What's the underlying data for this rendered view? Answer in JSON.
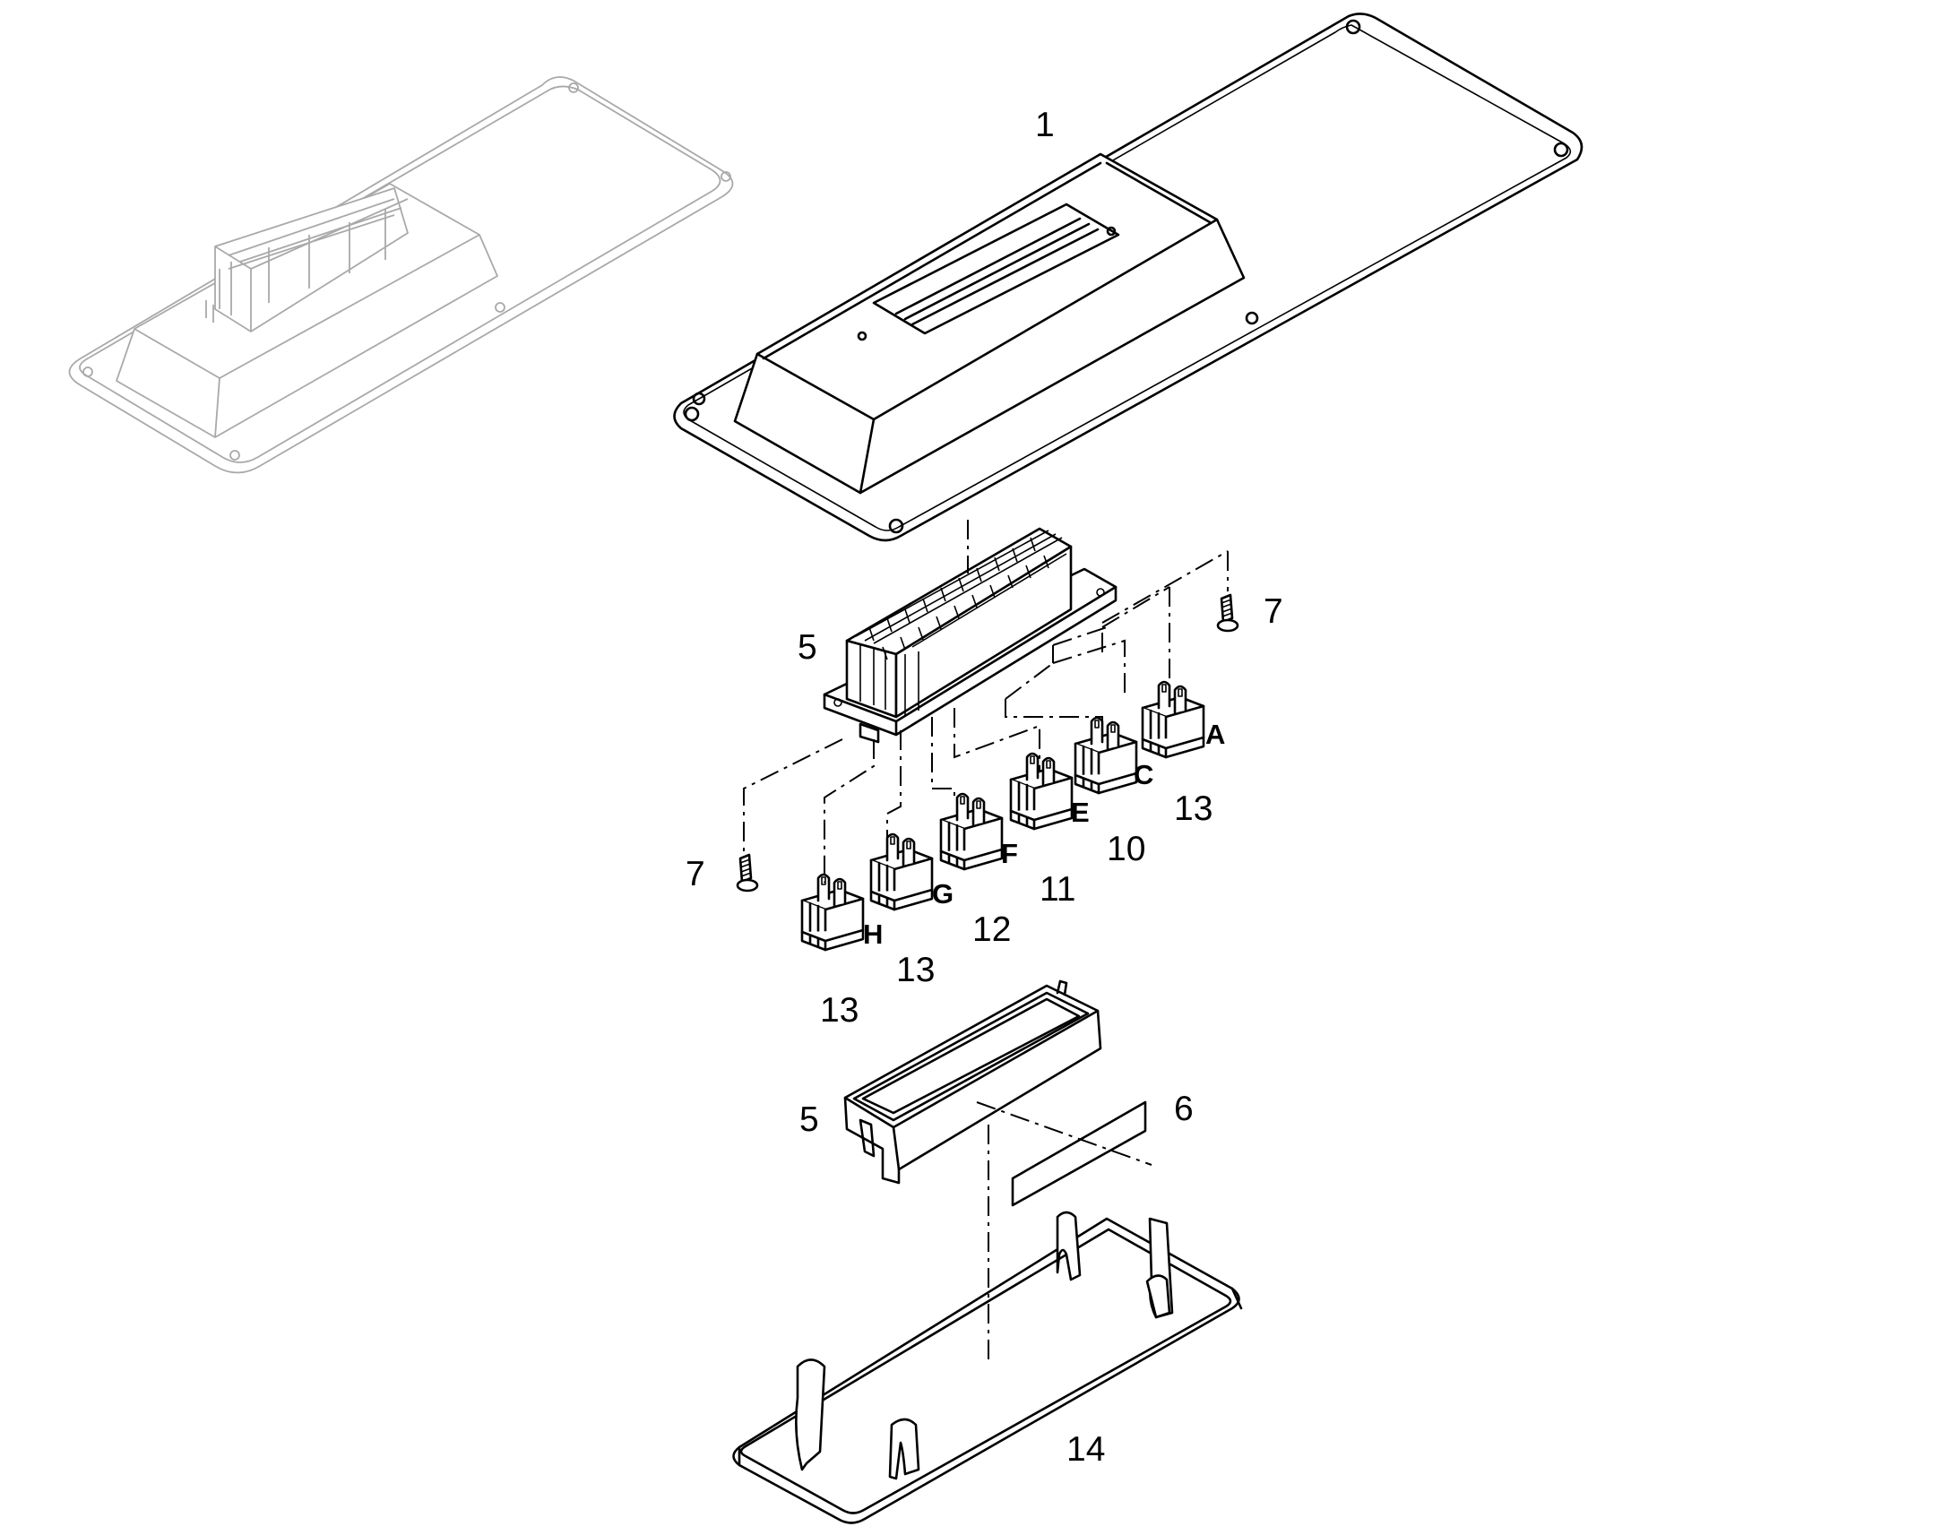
{
  "diagram": {
    "callouts": [
      "1",
      "5",
      "5",
      "6",
      "7",
      "7",
      "10",
      "11",
      "12",
      "13",
      "13",
      "13",
      "14"
    ],
    "connector_letters": [
      "A",
      "C",
      "E",
      "F",
      "G",
      "H"
    ]
  }
}
